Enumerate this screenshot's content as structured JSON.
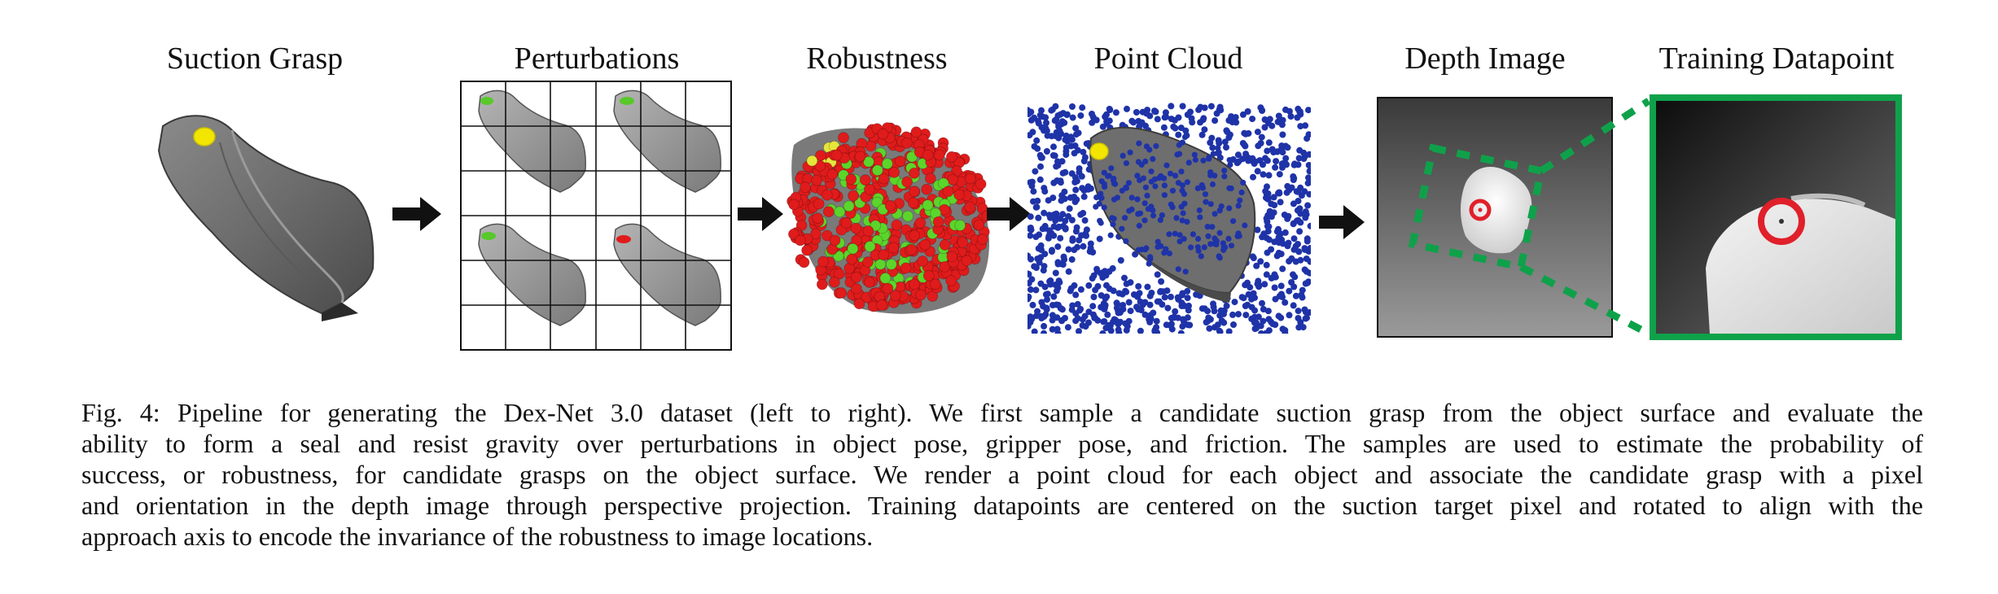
{
  "panels": [
    {
      "label": "Suction Grasp"
    },
    {
      "label": "Perturbations"
    },
    {
      "label": "Robustness"
    },
    {
      "label": "Point Cloud"
    },
    {
      "label": "Depth Image"
    },
    {
      "label": "Training Datapoint"
    }
  ],
  "colors": {
    "object_gray": "#6f6f6f",
    "suction_yellow": "#f2e600",
    "robust_red": "#e01b1b",
    "robust_green": "#5cd52b",
    "cloud_blue": "#1f33a8",
    "crop_green": "#0fa14a",
    "target_red": "#e0202a",
    "arrow": "#111111"
  },
  "caption": {
    "lines": [
      "Fig. 4: Pipeline for generating the Dex-Net 3.0 dataset (left to right). We first sample a candidate suction grasp from the object surface and evaluate the",
      "ability to form a seal and resist gravity over perturbations in object pose, gripper pose, and friction. The samples are used to estimate the probability of",
      "success, or robustness, for candidate grasps on the object surface. We render a point cloud for each object and associate the candidate grasp with a pixel",
      "and orientation in the depth image through perspective projection. Training datapoints are centered on the suction target pixel and rotated to align with the",
      "approach axis to encode the invariance of the robustness to image locations."
    ]
  }
}
